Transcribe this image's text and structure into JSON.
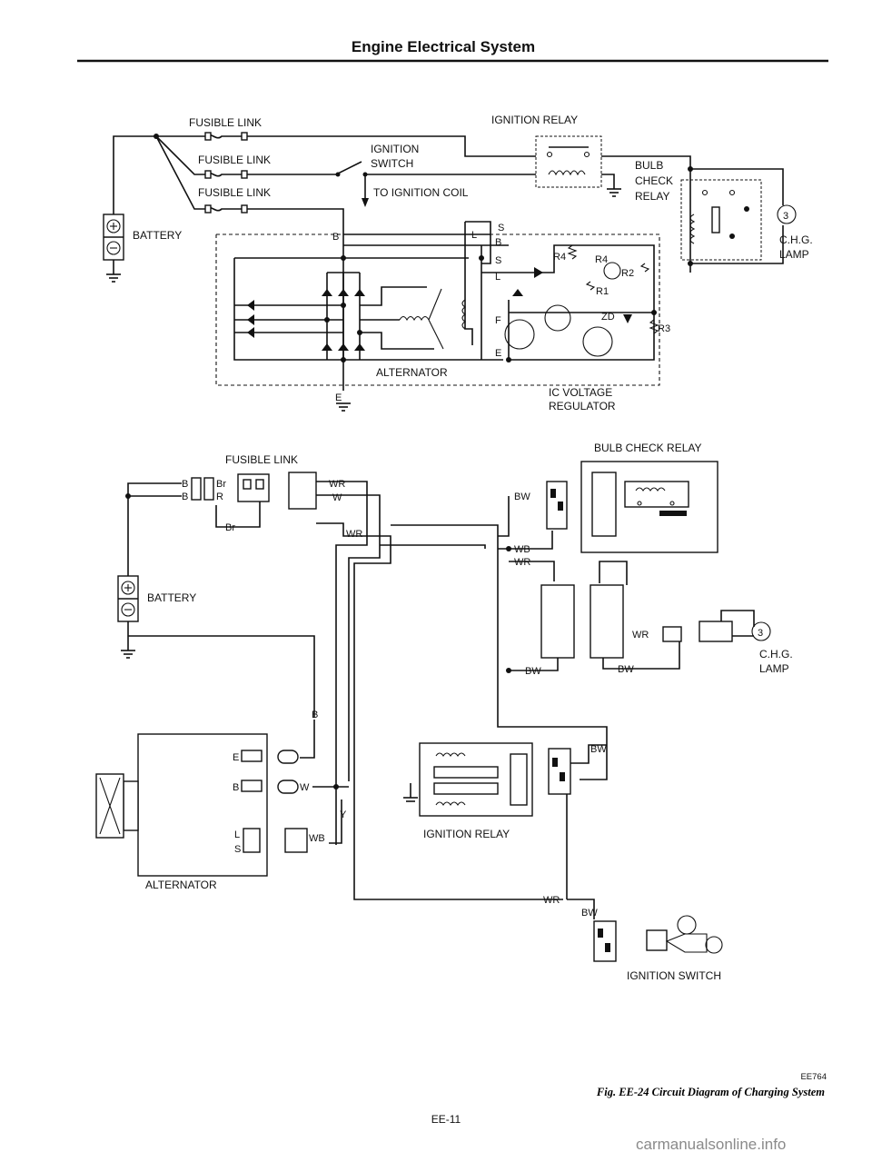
{
  "header": {
    "title": "Engine Electrical System"
  },
  "top": {
    "fusible_link_1": "FUSIBLE LINK",
    "fusible_link_2": "FUSIBLE LINK",
    "fusible_link_3": "FUSIBLE LINK",
    "ignition_switch": [
      "IGNITION",
      "SWITCH"
    ],
    "to_ignition_coil": "TO IGNITION COIL",
    "ignition_relay": "IGNITION RELAY",
    "bulb_check_relay": [
      "BULB",
      "CHECK",
      "RELAY"
    ],
    "battery": "BATTERY",
    "chg_lamp": [
      "C.H.G.",
      "LAMP"
    ],
    "alternator": "ALTERNATOR",
    "ic_regulator": [
      "IC VOLTAGE",
      "REGULATOR"
    ],
    "terminals": {
      "S": "S",
      "L": "L",
      "B": "B",
      "S2": "S",
      "L2": "L",
      "B2": "B",
      "F": "F",
      "E": "E",
      "E2": "E"
    },
    "components": {
      "R4": "R4",
      "R4b": "R4",
      "R2": "R2",
      "R1": "R1",
      "ZD": "ZD",
      "R3": "R3"
    },
    "lamp_num": "3"
  },
  "bottom": {
    "fusible_link": "FUSIBLE LINK",
    "battery": "BATTERY",
    "bulb_check_relay": "BULB CHECK RELAY",
    "chg_lamp": [
      "C.H.G.",
      "LAMP"
    ],
    "alternator": "ALTERNATOR",
    "ignition_relay": "IGNITION RELAY",
    "ignition_switch": "IGNITION SWITCH",
    "lamp_num": "3",
    "wire_codes": {
      "b1": "B",
      "b2": "B",
      "br1": "Br",
      "r1": "R",
      "br2": "Br",
      "wr1": "WR",
      "w1": "W",
      "wr2": "WR",
      "bw1": "BW",
      "wb1": "WB",
      "wr3": "WR",
      "bw2": "BW",
      "wr4": "WR",
      "bw3": "BW",
      "b_alt": "B",
      "w_alt": "W",
      "wb_alt": "WB",
      "y_alt": "Y",
      "bw4": "BW",
      "wr5": "WR",
      "bw5": "BW"
    },
    "alt_terms": {
      "e": "E",
      "b": "B",
      "l": "L",
      "s": "S"
    }
  },
  "footer": {
    "code": "EE764",
    "caption": "Fig. EE-24  Circuit Diagram of Charging System",
    "page": "EE-11"
  },
  "watermark": "carmanualsonline.info"
}
